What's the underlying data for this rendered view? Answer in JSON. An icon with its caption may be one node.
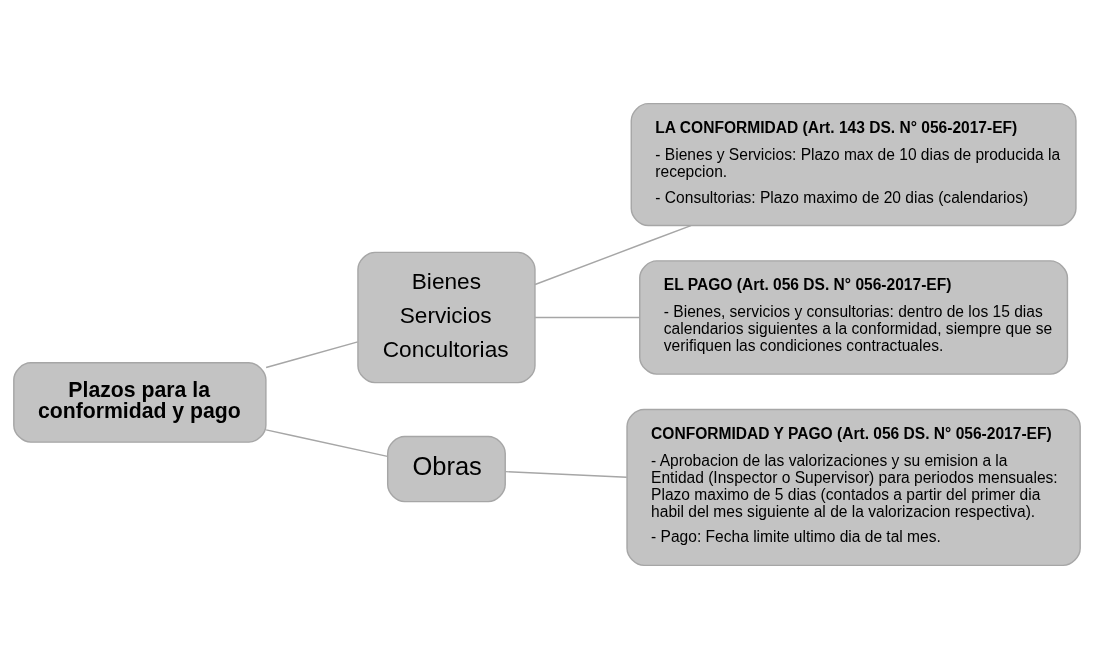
{
  "diagram": {
    "nodes": [
      {
        "text": [
          "Plazos para la conformidad y pago"
        ]
      },
      {
        "text": [
          "Bienes",
          "Servicios",
          "Concultorias"
        ]
      },
      {
        "text": [
          "Obras"
        ]
      },
      {
        "text": [
          "LA CONFORMIDAD (Art. 143 DS. N° 056-2017-EF)",
          "- Bienes y Servicios: Plazo max de 10 dias de producida la recepcion.",
          "- Consultorias: Plazo maximo de 20 dias (calendarios)"
        ]
      },
      {
        "text": [
          "EL PAGO (Art. 056 DS. N° 056-2017-EF)",
          "- Bienes, servicios y consultorias: dentro de los 15 dias calendarios siguientes a la conformidad, siempre que se verifiquen las condiciones contractuales."
        ]
      },
      {
        "text": [
          "CONFORMIDAD Y PAGO (Art. 056 DS. N° 056-2017-EF)",
          "- Aprobacion de las valorizaciones y su emision a la Entidad (Inspector o Supervisor) para periodos mensuales: Plazo maximo de 5 dias (contados a partir del primer dia habil del mes siguiente al de la valorizacion respectiva).",
          "- Pago: Fecha limite ultimo dia de tal mes."
        ]
      }
    ],
    "edges": [
      {
        "from": 0,
        "to": 1,
        "arrow": "none"
      },
      {
        "from": 0,
        "to": 2,
        "arrow": "none"
      },
      {
        "from": 1,
        "to": 3,
        "arrow": "none"
      },
      {
        "from": 1,
        "to": 4,
        "arrow": "none"
      },
      {
        "from": 2,
        "to": 5,
        "arrow": "none"
      }
    ]
  }
}
